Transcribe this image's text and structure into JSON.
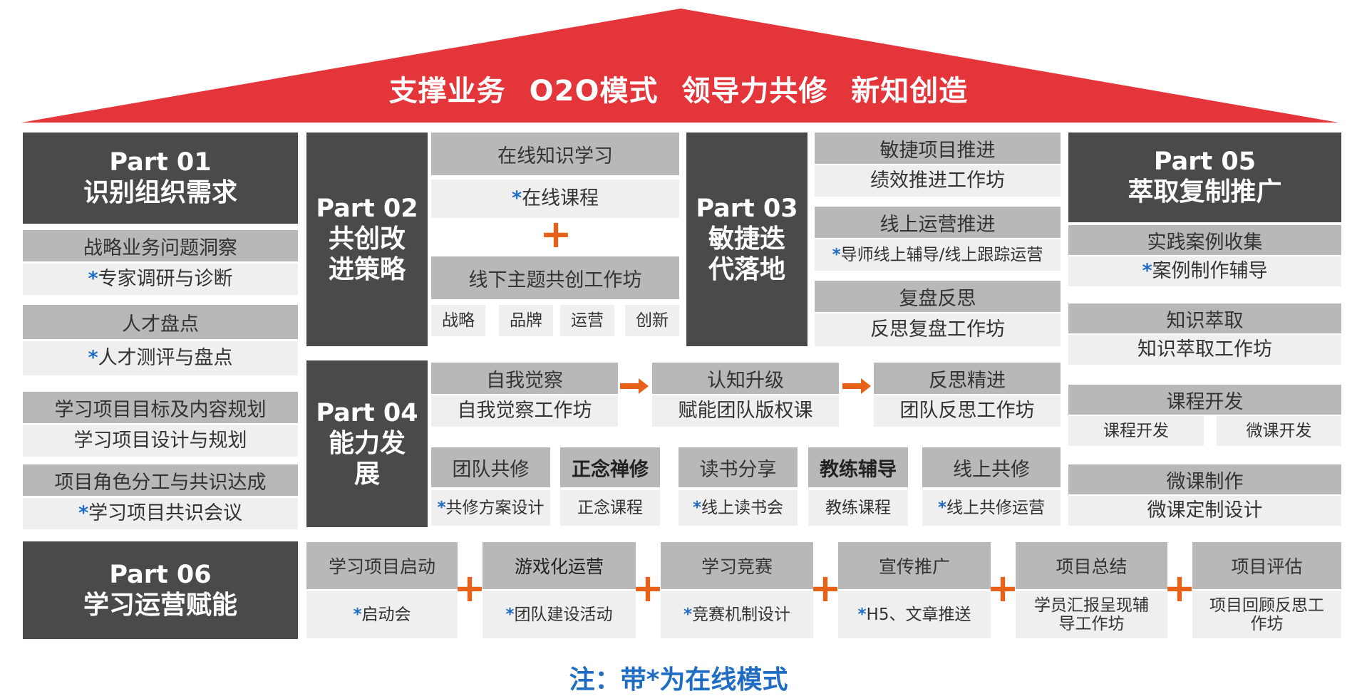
{
  "colors": {
    "roof": "#e3353a",
    "dark": "#4a4a4a",
    "gray": "#b8b8b8",
    "light": "#efefef",
    "accent_orange": "#e86118",
    "accent_blue": "#1f6cc4"
  },
  "roof": {
    "title": "支撑业务   O2O模式     领导力共修     新知创造"
  },
  "star": "*",
  "part01": {
    "code": "Part 01",
    "name": "识别组织需求",
    "items": [
      {
        "head": "战略业务问题洞察",
        "body": "专家调研与诊断",
        "online": true
      },
      {
        "head": "人才盘点",
        "body": "人才测评与盘点",
        "online": true
      },
      {
        "head": "学习项目目标及内容规划",
        "body": "学习项目设计与规划",
        "online": false
      },
      {
        "head": "项目角色分工与共识达成",
        "body": "学习项目共识会议",
        "online": true
      }
    ]
  },
  "part02": {
    "code": "Part 02",
    "name_l1": "共创改",
    "name_l2": "进策略",
    "online_head": "在线知识学习",
    "online_body": "在线课程",
    "plus": "+",
    "offline_head": "线下主题共创工作坊",
    "tags": [
      "战略",
      "品牌",
      "运营",
      "创新"
    ]
  },
  "part03": {
    "code": "Part 03",
    "name_l1": "敏捷迭",
    "name_l2": "代落地",
    "items": [
      {
        "head": "敏捷项目推进",
        "body": "绩效推进工作坊",
        "online": false
      },
      {
        "head": "线上运营推进",
        "body": "导师线上辅导/线上跟踪运营",
        "online": true
      },
      {
        "head": "复盘反思",
        "body": "反思复盘工作坊",
        "online": false
      }
    ]
  },
  "part04": {
    "code": "Part 04",
    "name_l1": "能力发",
    "name_l2": "展",
    "flow": [
      {
        "head": "自我觉察",
        "body": "自我觉察工作坊"
      },
      {
        "head": "认知升级",
        "body": "赋能团队版权课"
      },
      {
        "head": "反思精进",
        "body": "团队反思工作坊"
      }
    ],
    "cards": [
      {
        "head": "团队共修",
        "body": "共修方案设计",
        "online": true
      },
      {
        "head": "正念禅修",
        "body": "正念课程",
        "online": false
      },
      {
        "head": "读书分享",
        "body": "线上读书会",
        "online": true
      },
      {
        "head": "教练辅导",
        "body": "教练课程",
        "online": false
      },
      {
        "head": "线上共修",
        "body": "线上共修运营",
        "online": true
      }
    ]
  },
  "part05": {
    "code": "Part 05",
    "name": "萃取复制推广",
    "items": [
      {
        "head": "实践案例收集",
        "body": "案例制作辅导",
        "online": true
      },
      {
        "head": "知识萃取",
        "body": "知识萃取工作坊",
        "online": false
      },
      {
        "head": "课程开发",
        "sub": [
          "课程开发",
          "微课开发"
        ]
      },
      {
        "head": "微课制作",
        "body": "微课定制设计",
        "online": false
      }
    ]
  },
  "part06": {
    "code": "Part 06",
    "name": "学习运营赋能",
    "steps": [
      {
        "head": "学习项目启动",
        "body": "启动会",
        "online": true
      },
      {
        "head": "游戏化运营",
        "body": "团队建设活动",
        "online": true
      },
      {
        "head": "学习竞赛",
        "body": "竞赛机制设计",
        "online": true
      },
      {
        "head": "宣传推广",
        "body": "H5、文章推送",
        "online": true
      },
      {
        "head": "项目总结",
        "body_l1": "学员汇报呈现辅",
        "body_l2": "导工作坊",
        "online": false
      },
      {
        "head": "项目评估",
        "body_l1": "项目回顾反思工",
        "body_l2": "作坊",
        "online": false
      }
    ]
  },
  "note": "注：带*为在线模式"
}
